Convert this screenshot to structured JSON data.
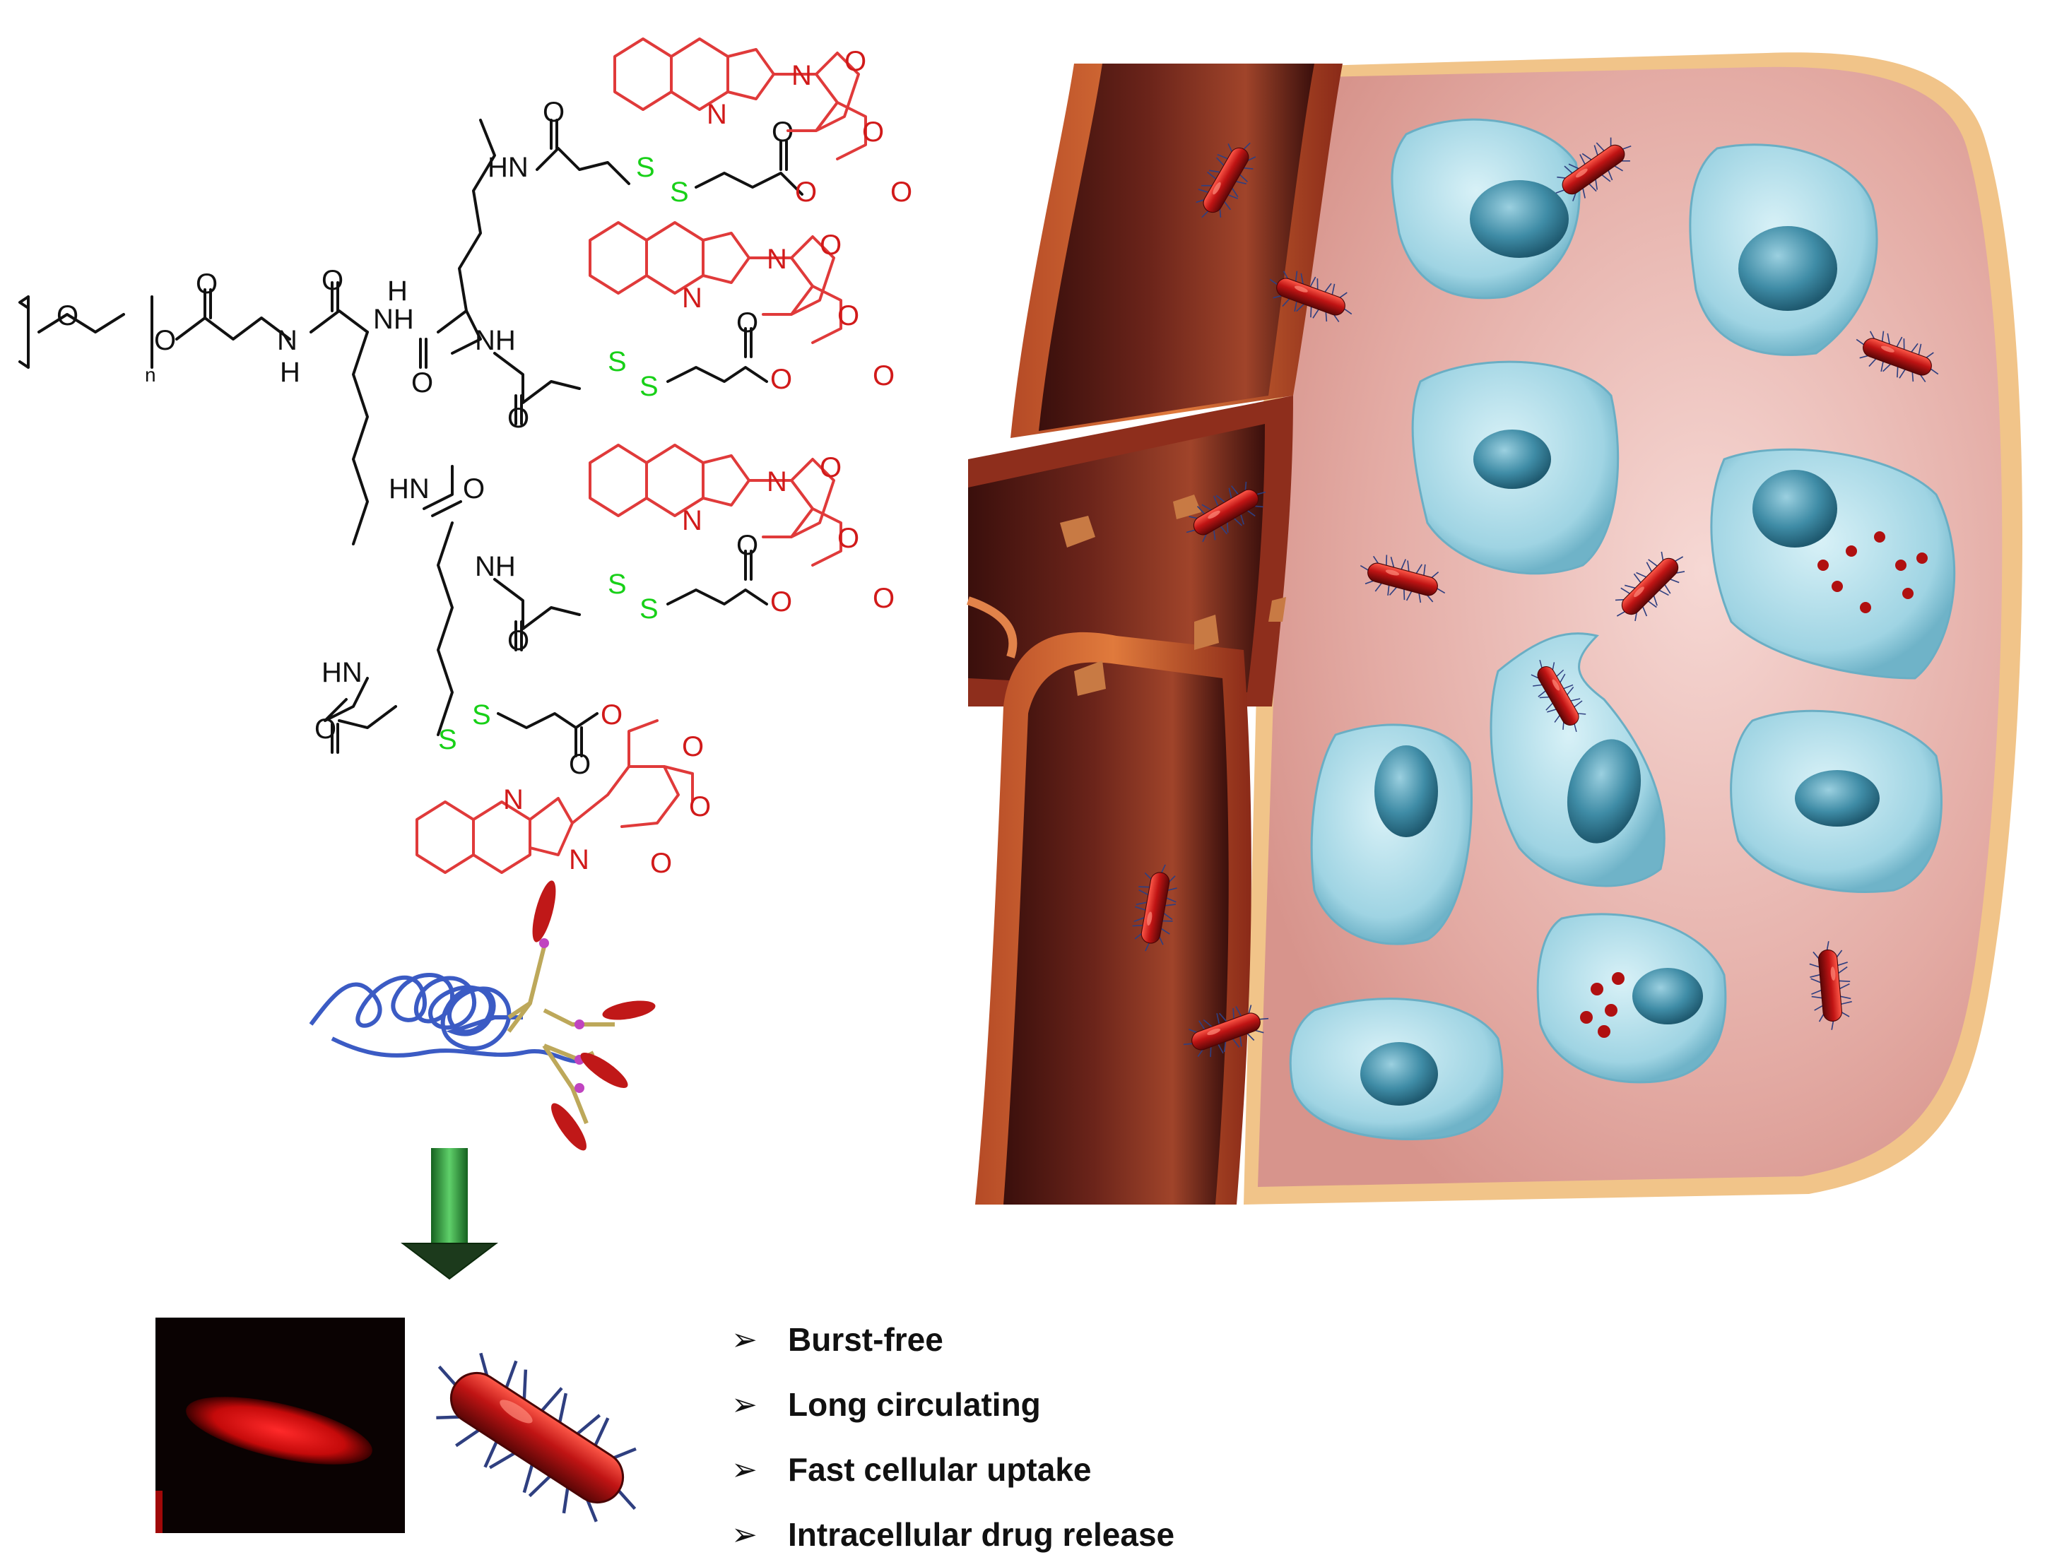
{
  "structure": {
    "atom_labels": {
      "O": "O",
      "N": "N",
      "NH": "NH",
      "HN": "HN",
      "H": "H",
      "S": "S",
      "n": "n"
    }
  },
  "features": [
    {
      "marker": "➢",
      "label": "Burst-free"
    },
    {
      "marker": "➢",
      "label": "Long circulating"
    },
    {
      "marker": "➢",
      "label": "Fast cellular uptake"
    },
    {
      "marker": "➢",
      "label": "Intracellular drug release"
    }
  ],
  "colors": {
    "drug": "#d11a1a",
    "disulfide": "#18d018",
    "peg": "#3b5bc4",
    "arrow": "#2f9e3a",
    "tissue": "#e7b3ad",
    "cell": "#a9dbe8",
    "vessel": "#7a2a18"
  },
  "icons": {
    "arrow": "down-arrow-icon",
    "marker": "arrowhead-bullet-icon"
  }
}
